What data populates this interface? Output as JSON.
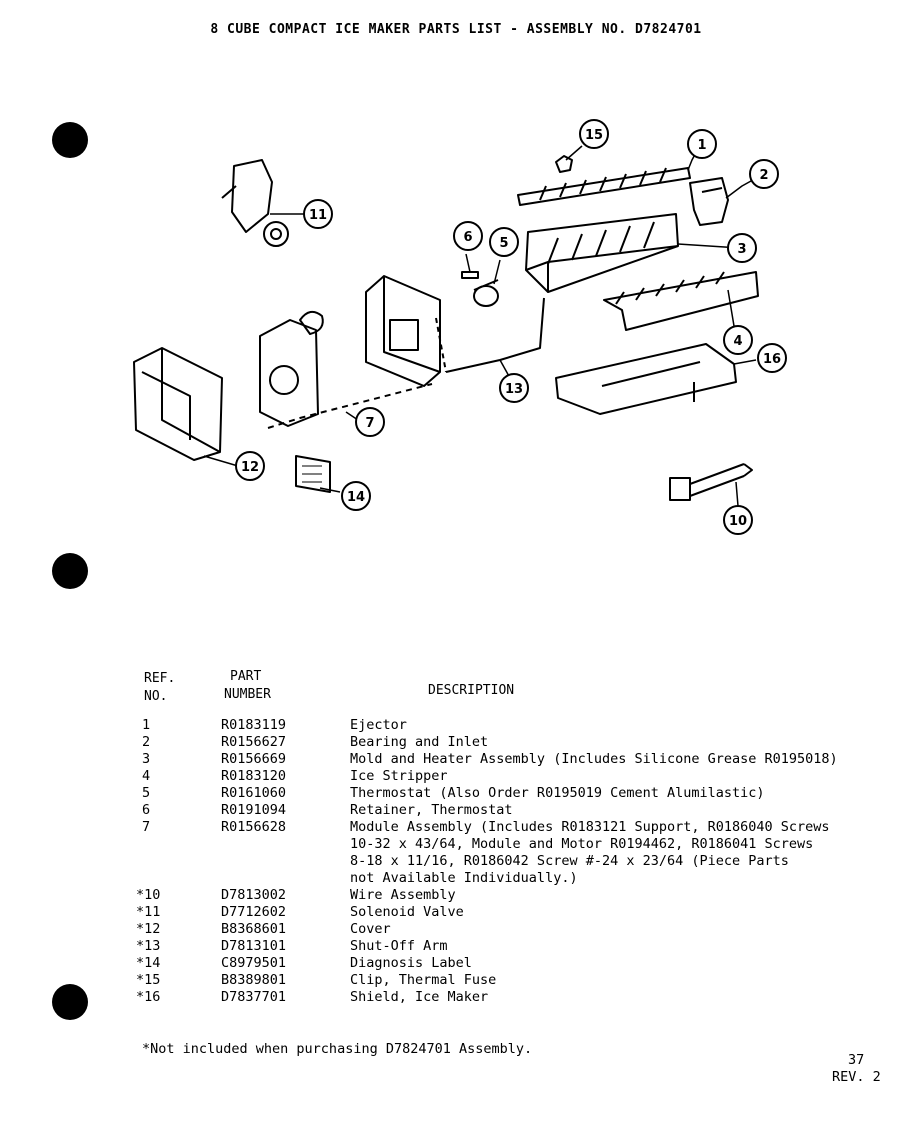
{
  "title": "8 CUBE COMPACT ICE MAKER PARTS LIST - ASSEMBLY NO. D7824701",
  "callouts": [
    "1",
    "2",
    "3",
    "4",
    "5",
    "6",
    "7",
    "10",
    "11",
    "12",
    "13",
    "14",
    "15",
    "16"
  ],
  "headers": {
    "ref_1": "REF.",
    "ref_2": "NO.",
    "part_1": "PART",
    "part_2": "NUMBER",
    "desc": "DESCRIPTION"
  },
  "parts": [
    {
      "ref": "1",
      "part": "R0183119",
      "desc": [
        "Ejector"
      ]
    },
    {
      "ref": "2",
      "part": "R0156627",
      "desc": [
        "Bearing and Inlet"
      ]
    },
    {
      "ref": "3",
      "part": "R0156669",
      "desc": [
        "Mold and Heater Assembly (Includes Silicone Grease R0195018)"
      ]
    },
    {
      "ref": "4",
      "part": "R0183120",
      "desc": [
        "Ice Stripper"
      ]
    },
    {
      "ref": "5",
      "part": "R0161060",
      "desc": [
        "Thermostat (Also Order R0195019 Cement Alumilastic)"
      ]
    },
    {
      "ref": "6",
      "part": "R0191094",
      "desc": [
        "Retainer, Thermostat"
      ]
    },
    {
      "ref": "7",
      "part": "R0156628",
      "desc": [
        "Module Assembly (Includes R0183121 Support, R0186040 Screws",
        "10-32 x 43/64, Module and Motor R0194462, R0186041 Screws",
        "8-18 x 11/16, R0186042 Screw #-24 x 23/64 (Piece Parts",
        "not Available Individually.)"
      ]
    },
    {
      "ref": "*10",
      "part": "D7813002",
      "desc": [
        "Wire Assembly"
      ]
    },
    {
      "ref": "*11",
      "part": "D7712602",
      "desc": [
        "Solenoid Valve"
      ]
    },
    {
      "ref": "*12",
      "part": "B8368601",
      "desc": [
        "Cover"
      ]
    },
    {
      "ref": "*13",
      "part": "D7813101",
      "desc": [
        "Shut-Off Arm"
      ]
    },
    {
      "ref": "*14",
      "part": "C8979501",
      "desc": [
        "Diagnosis Label"
      ]
    },
    {
      "ref": "*15",
      "part": "B8389801",
      "desc": [
        "Clip, Thermal Fuse"
      ]
    },
    {
      "ref": "*16",
      "part": "D7837701",
      "desc": [
        "Shield, Ice Maker"
      ]
    }
  ],
  "footnote": "*Not included when purchasing D7824701 Assembly.",
  "page_number": "37",
  "revision": "REV. 2"
}
